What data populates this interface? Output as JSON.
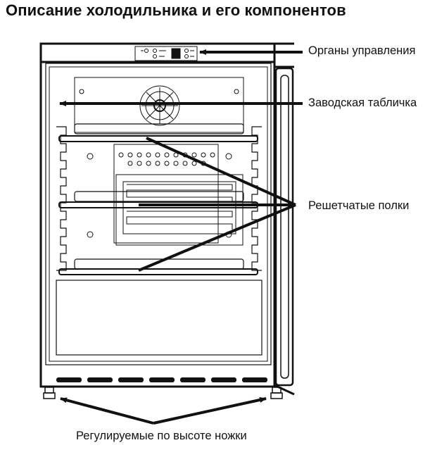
{
  "title": "Описание холодильника и его компонентов",
  "labels": {
    "controls": "Органы управления",
    "rating_plate": "Заводская табличка",
    "shelves": "Решетчатые полки",
    "legs": "Регулируемые по высоте ножки"
  },
  "colors": {
    "line": "#111111",
    "background": "#ffffff"
  }
}
